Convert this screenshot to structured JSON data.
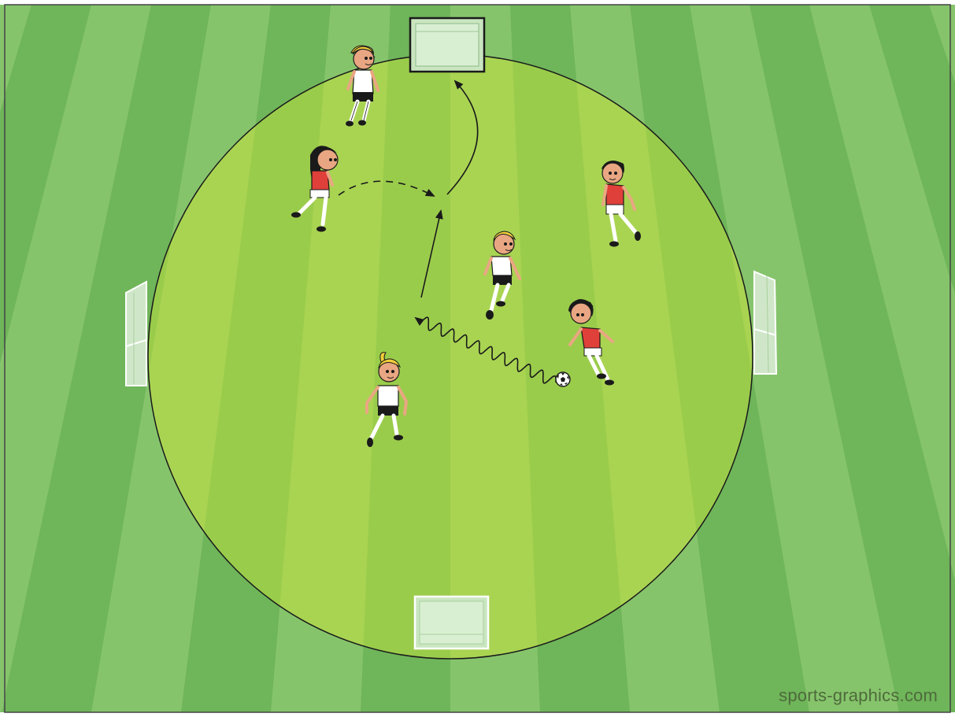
{
  "diagram": {
    "type": "soccer-drill",
    "pitch": {
      "shape": "circle",
      "stripe_colors": [
        "#6fb55a",
        "#86c46c"
      ],
      "circle_colors": [
        "#9acc4b",
        "#a9d452"
      ]
    },
    "goals": [
      "top",
      "left",
      "right",
      "bottom"
    ],
    "team_colors": {
      "white": "#ffffff",
      "red": "#e0403a",
      "shorts_white_team": "#1a1a1a"
    },
    "players": [
      {
        "team": "white",
        "hair": "blond",
        "role": "defender-top"
      },
      {
        "team": "red",
        "hair": "dark-long",
        "role": "runner-left"
      },
      {
        "team": "red",
        "hair": "dark",
        "role": "attacker-right"
      },
      {
        "team": "white",
        "hair": "blond",
        "role": "defender-center"
      },
      {
        "team": "red",
        "hair": "dark",
        "role": "ball-carrier"
      },
      {
        "team": "white",
        "hair": "blond-ponytail",
        "role": "defender-low"
      }
    ],
    "movements": [
      {
        "kind": "dribble",
        "style": "wavy"
      },
      {
        "kind": "pass",
        "style": "solid"
      },
      {
        "kind": "run",
        "style": "dashed"
      },
      {
        "kind": "shot",
        "style": "solid-curve"
      }
    ],
    "ball": {
      "icon": "soccer-ball-icon"
    }
  },
  "watermark": "sports-graphics.com"
}
